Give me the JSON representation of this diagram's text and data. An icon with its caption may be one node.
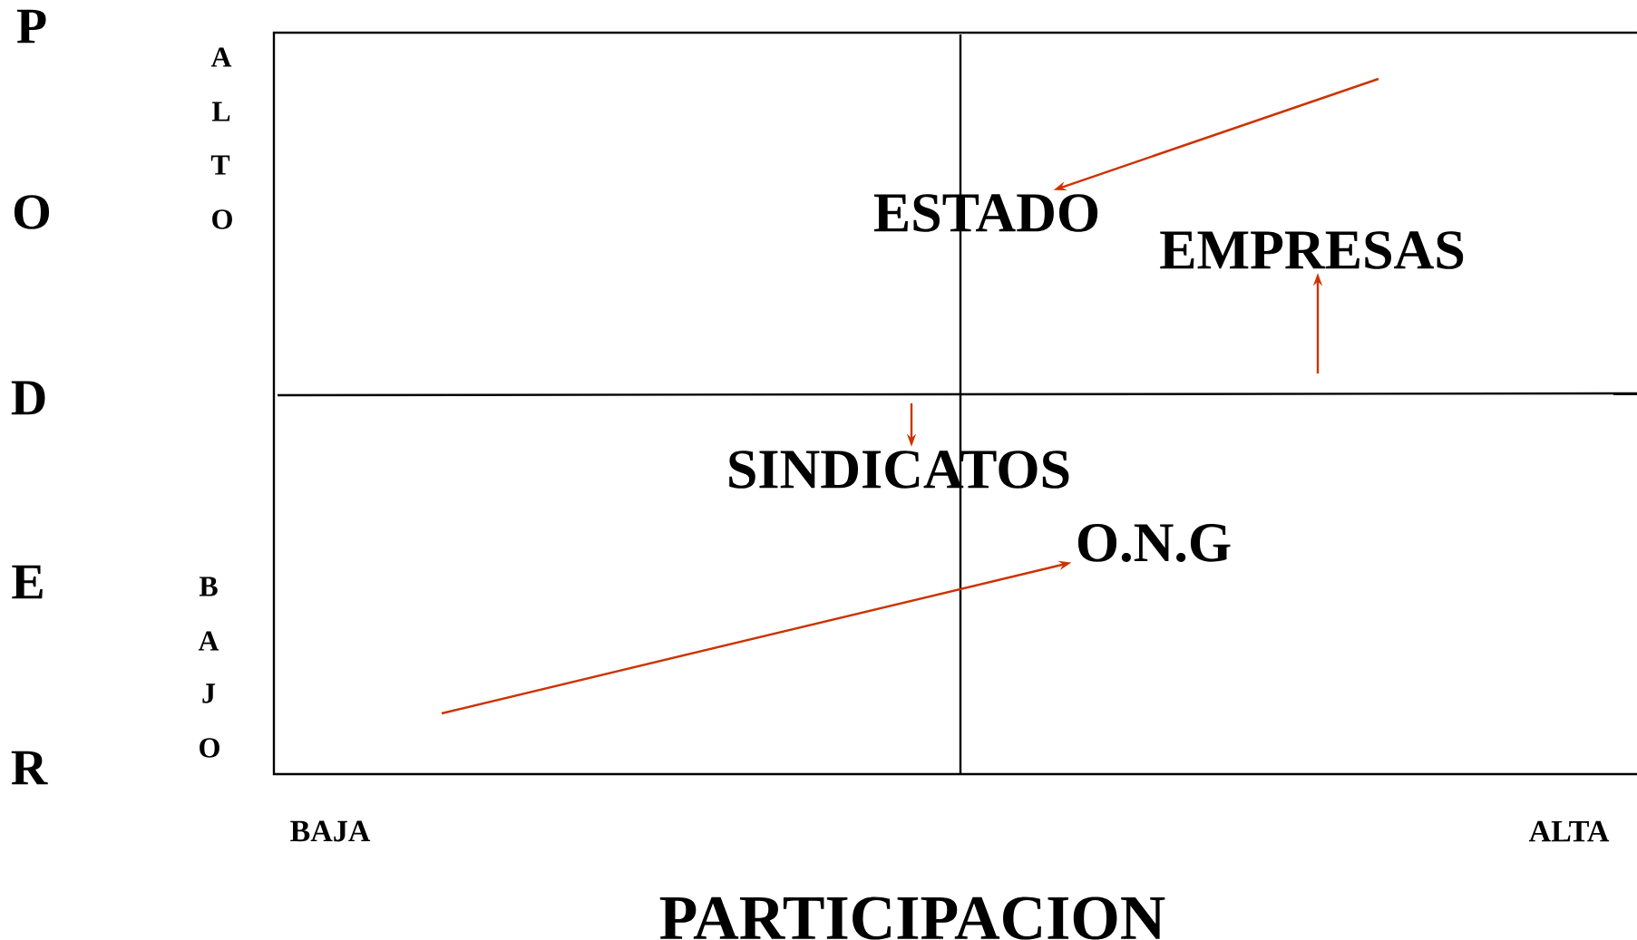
{
  "diagram": {
    "nodes": [
      {
        "text": [
          "ESTADO"
        ]
      },
      {
        "text": [
          "EMPRESAS"
        ]
      },
      {
        "text": [
          "SINDICATOS"
        ]
      },
      {
        "text": [
          "O.N.G"
        ]
      }
    ],
    "edges": [
      {
        "from": null,
        "to": 0,
        "arrow": "to"
      },
      {
        "from": null,
        "to": 1,
        "arrow": "to"
      },
      {
        "from": null,
        "to": 2,
        "arrow": "to"
      },
      {
        "from": null,
        "to": 3,
        "arrow": "to"
      }
    ],
    "labels": [
      "P",
      "O",
      "D",
      "E",
      "R",
      "A",
      "L",
      "T",
      "O",
      "B",
      "A",
      "J",
      "O",
      "BAJA",
      "ALTA",
      "PARTICIPACION"
    ]
  }
}
